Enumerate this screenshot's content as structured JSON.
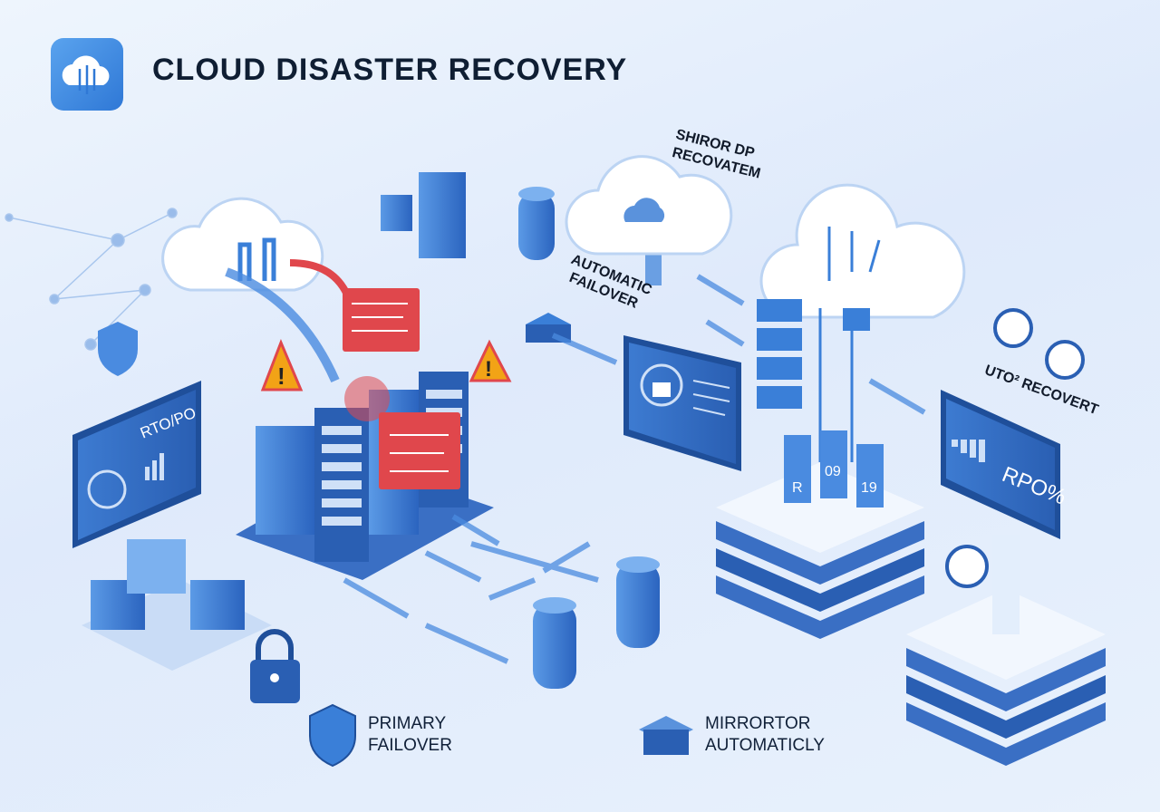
{
  "header": {
    "title": "CLOUD DISASTER RECOVERY",
    "logo_icon": "cloud-network-icon"
  },
  "labels": {
    "shiror": "SHIROR DP",
    "recovatem": "RECOVATEM",
    "automatic": "AUTOMATIC",
    "failover": "FAILOVER",
    "uto": "UTO² RECOVERT",
    "rpo": "RPO%",
    "rto": "RTO/PO",
    "primary": "PRIMARY",
    "primary_failover": "FAILOVER",
    "mirrortor": "MIRRORTOR",
    "automaticly": "AUTOMATICLY",
    "panel_r": "R",
    "panel_09": "09",
    "panel_19": "19"
  },
  "colors": {
    "primary": "#3a7fd8",
    "dark": "#1f4f9a",
    "alert": "#e0474c",
    "warning": "#f2a316",
    "light": "#ffffff"
  }
}
